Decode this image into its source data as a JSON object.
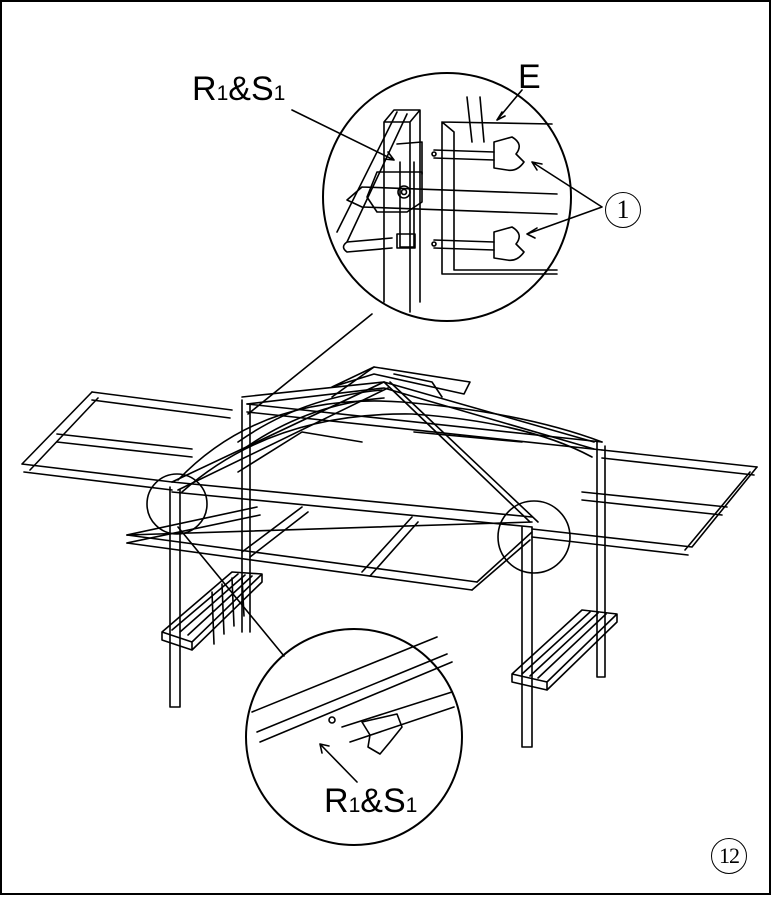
{
  "labels": {
    "r1s1_top": {
      "main": "R",
      "sub1": "1",
      "amp": "&S",
      "sub2": "1"
    },
    "e": "E",
    "callout_1": "1",
    "r1s1_bottom": {
      "main": "R",
      "sub1": "1",
      "amp": "&S",
      "sub2": "1"
    }
  },
  "step_number": "12"
}
